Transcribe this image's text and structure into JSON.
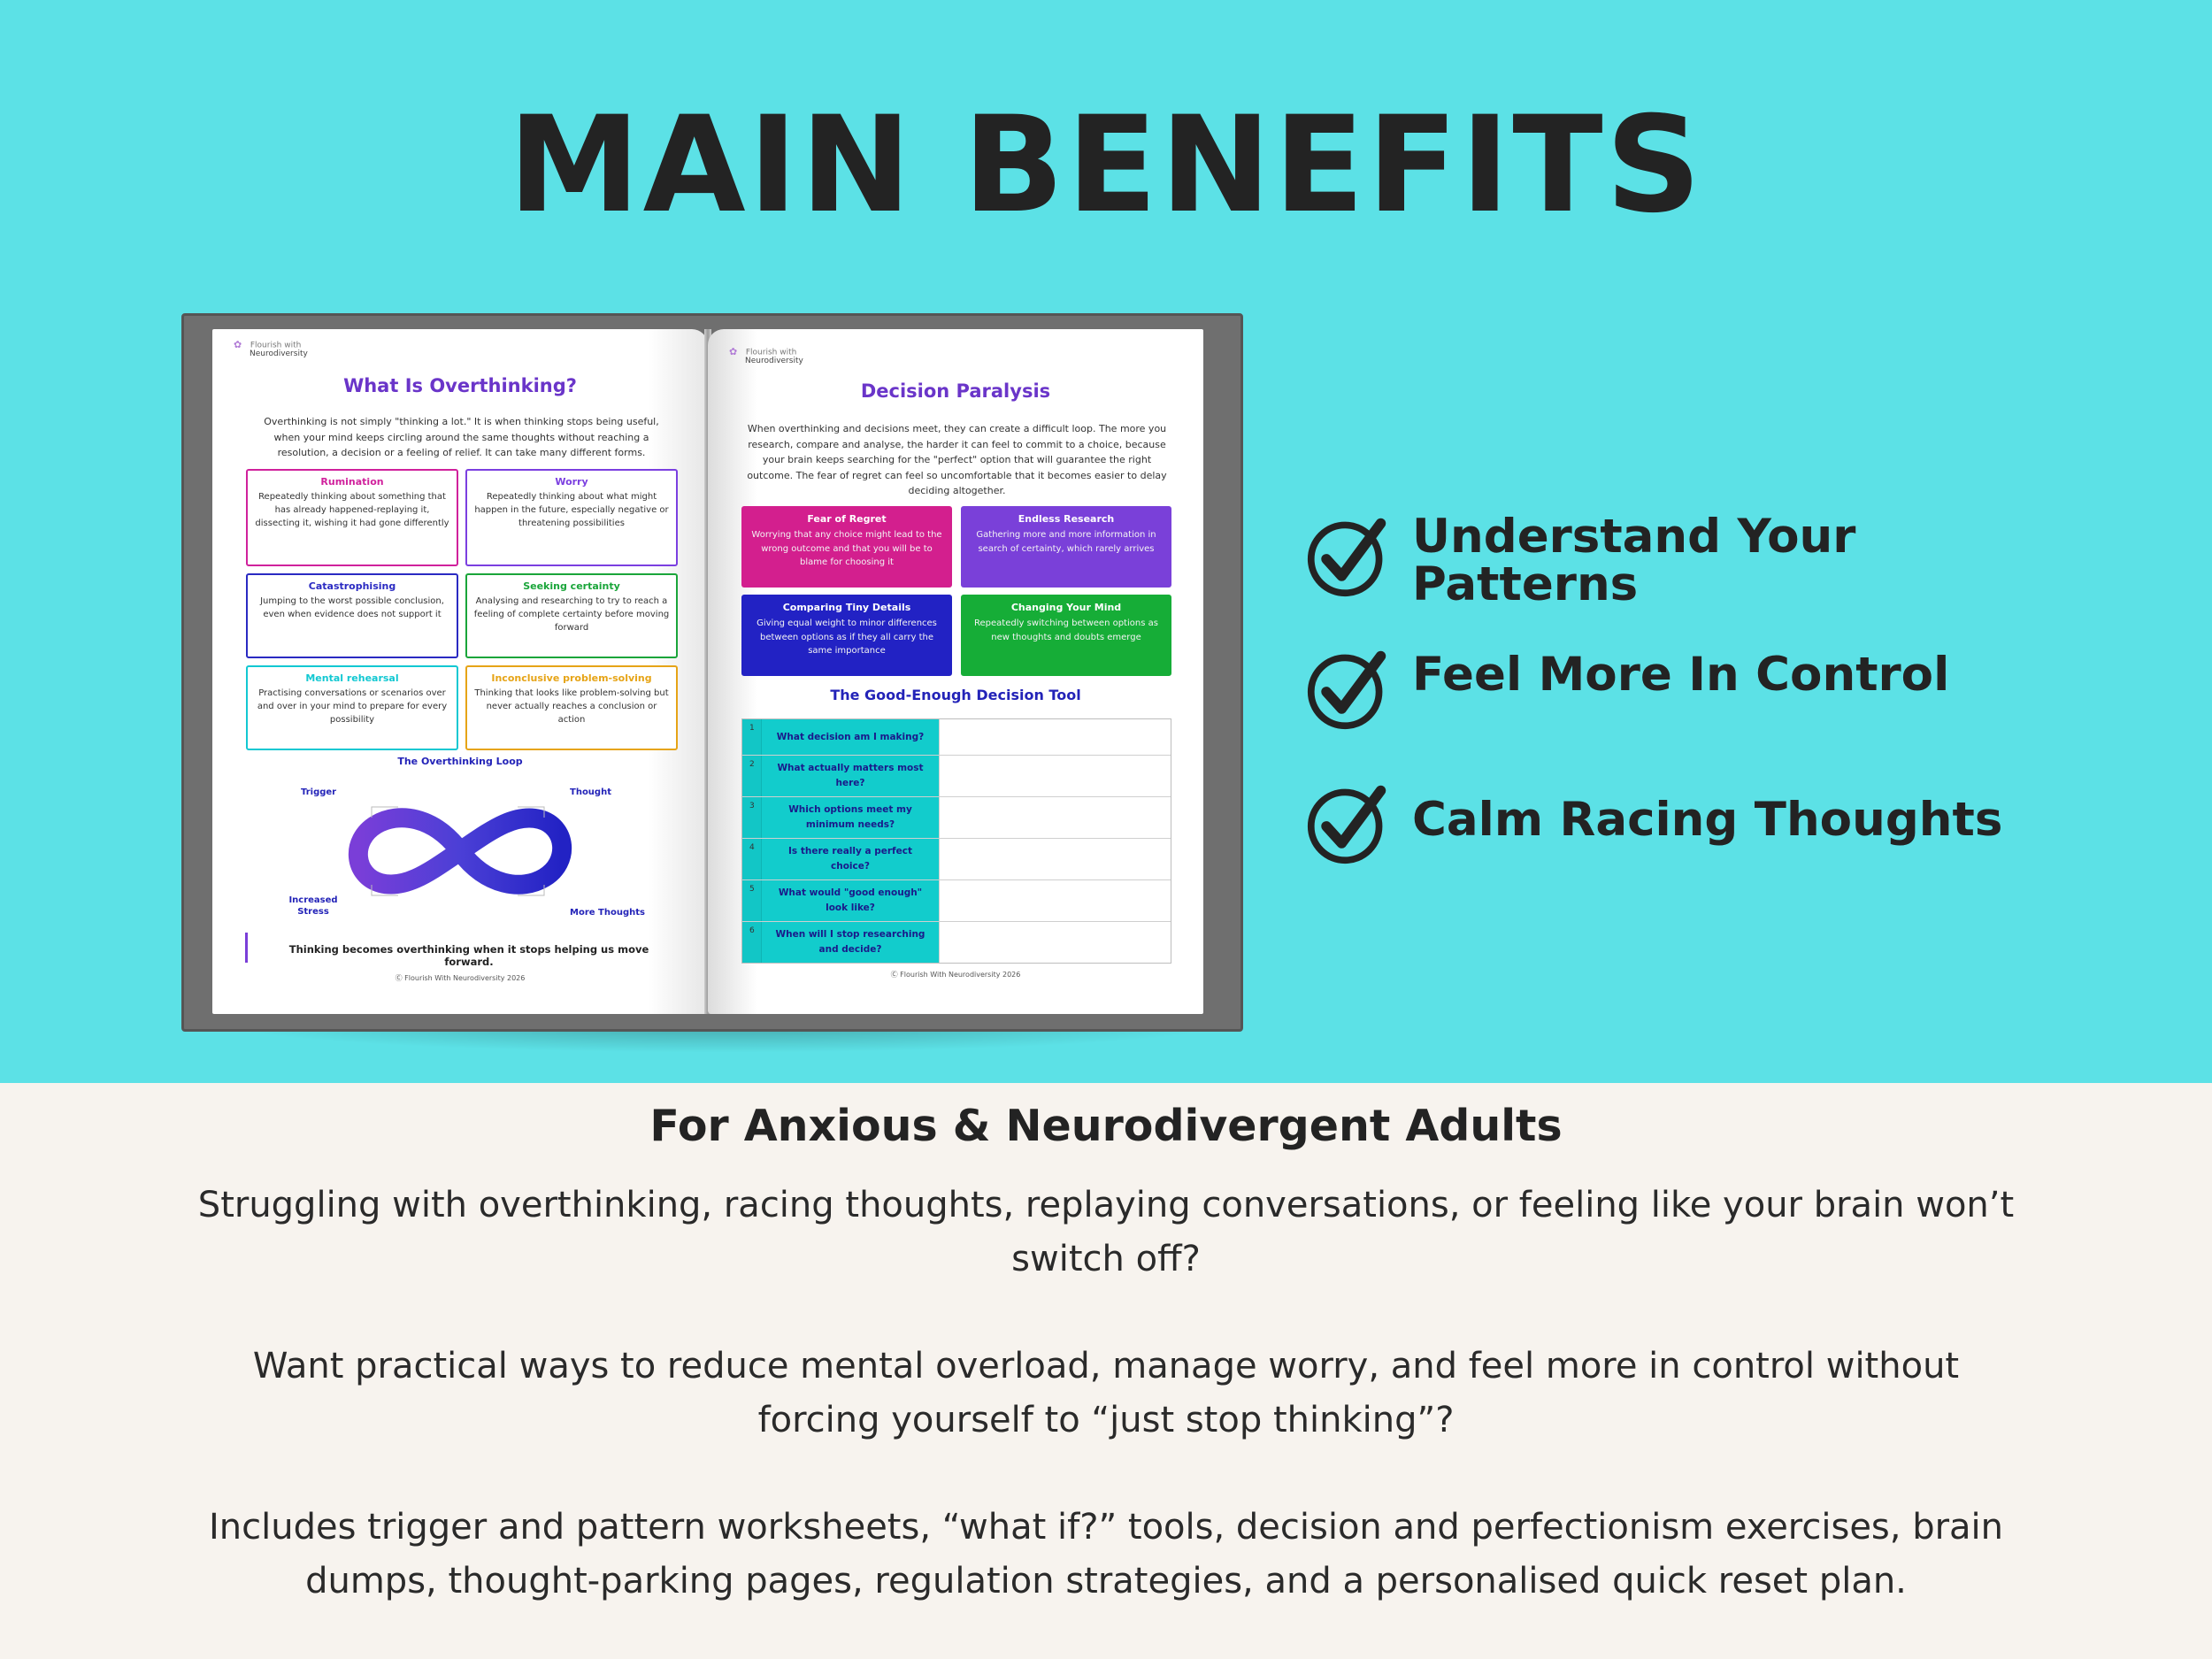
{
  "headline": "MAIN BENEFITS",
  "book": {
    "left_page": {
      "logo_line1": "Flourish with",
      "logo_line2": "Neurodiversity",
      "title": "What Is Overthinking?",
      "intro": "Overthinking is not simply \"thinking a lot.\" It is when thinking stops being useful, when your mind keeps circling around the same thoughts without reaching a resolution, a decision or a feeling of relief. It can take many different forms.",
      "cards": [
        {
          "title": "Rumination",
          "desc": "Repeatedly thinking about something that has already happened-replaying it, dissecting it, wishing it had gone differently",
          "color": "#d0219c"
        },
        {
          "title": "Worry",
          "desc": "Repeatedly thinking about what might happen in the future, especially negative or threatening possibilities",
          "color": "#7b3fe0"
        },
        {
          "title": "Catastrophising",
          "desc": "Jumping to the worst possible conclusion, even when evidence does not support it",
          "color": "#2a2ac2"
        },
        {
          "title": "Seeking certainty",
          "desc": "Analysing and researching to try to reach a feeling of complete certainty before moving forward",
          "color": "#1aa53a"
        },
        {
          "title": "Mental rehearsal",
          "desc": "Practising conversations or scenarios over and over in your mind to prepare for every possibility",
          "color": "#12c8d2"
        },
        {
          "title": "Inconclusive problem-solving",
          "desc": "Thinking that looks like problem-solving but never actually reaches a conclusion or action",
          "color": "#e6a417"
        }
      ],
      "loop_title": "The Overthinking Loop",
      "loop_labels": {
        "trigger": "Trigger",
        "thought": "Thought",
        "stress": "Increased Stress",
        "more": "More Thoughts"
      },
      "quote": "Thinking becomes overthinking when it stops helping us move forward.",
      "footer": "Ⓒ Flourish With Neurodiversity 2026"
    },
    "right_page": {
      "logo_line1": "Flourish with",
      "logo_line2": "Neurodiversity",
      "title": "Decision Paralysis",
      "intro": "When overthinking and decisions meet, they can create a difficult loop. The more you research, compare and analyse, the harder it can feel to commit to a choice, because your brain keeps searching for the \"perfect\" option that will guarantee the right outcome. The fear of regret can feel so uncomfortable that it becomes easier to delay deciding altogether.",
      "tiles": [
        {
          "title": "Fear of Regret",
          "desc": "Worrying that any choice might lead to the wrong outcome and that you will be to blame for choosing it",
          "color": "#d31f8e"
        },
        {
          "title": "Endless Research",
          "desc": "Gathering more and more information in search of certainty, which rarely arrives",
          "color": "#7a40d9"
        },
        {
          "title": "Comparing Tiny Details",
          "desc": "Giving equal weight to minor differences between options as if they all carry the same importance",
          "color": "#2222c4"
        },
        {
          "title": "Changing Your Mind",
          "desc": "Repeatedly switching between options as new thoughts and doubts emerge",
          "color": "#16ad37"
        }
      ],
      "tool_title": "The Good-Enough Decision Tool",
      "tool_rows": [
        {
          "num": "1",
          "q": "What decision am I making?"
        },
        {
          "num": "2",
          "q": "What actually matters most here?"
        },
        {
          "num": "3",
          "q": "Which options meet my minimum needs?"
        },
        {
          "num": "4",
          "q": "Is there really a perfect choice?"
        },
        {
          "num": "5",
          "q": "What would \"good enough\" look like?"
        },
        {
          "num": "6",
          "q": "When will I stop researching and decide?"
        }
      ],
      "footer": "Ⓒ Flourish With Neurodiversity 2026"
    }
  },
  "benefits": [
    {
      "line1": "Understand Your",
      "line2": "Patterns",
      "icon": "check-circle-icon"
    },
    {
      "line1": "Feel More In Control",
      "line2": "",
      "icon": "check-circle-icon"
    },
    {
      "line1": "Calm Racing Thoughts",
      "line2": "",
      "icon": "check-circle-icon"
    }
  ],
  "audience_heading": "For Anxious & Neurodivergent Adults",
  "paragraphs": [
    {
      "line1": "Struggling with overthinking, racing thoughts, replaying conversations, or feeling like your brain won’t",
      "line2": "switch off?"
    },
    {
      "line1": "Want practical ways to reduce mental overload, manage worry, and feel more in control without",
      "line2": "forcing yourself to “just stop thinking”?"
    },
    {
      "line1": "Includes trigger and pattern worksheets, “what if?” tools, decision and perfectionism exercises, brain",
      "line2": "dumps, thought-parking pages, regulation strategies, and a personalised quick reset plan."
    }
  ],
  "colors": {
    "top_bg": "#5ce1e6",
    "bottom_bg": "#f7f3ee",
    "text_dark": "#232323"
  }
}
